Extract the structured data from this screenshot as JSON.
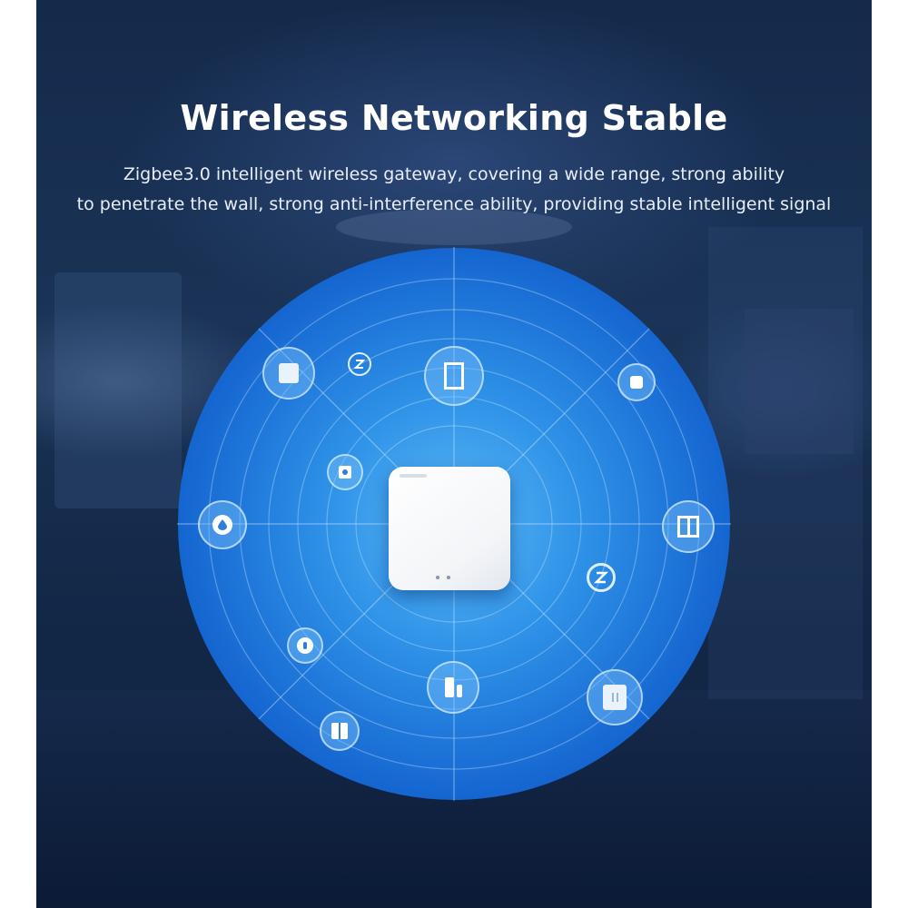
{
  "header": {
    "title": "Wireless Networking Stable",
    "subtitle_lines": [
      "Zigbee3.0 intelligent wireless gateway, covering a wide range, strong ability",
      "to penetrate the wall, strong anti-interference ability, providing stable intelligent signal"
    ]
  },
  "colors": {
    "background": "#142a4b",
    "coverage_circle": "#1978db",
    "hub": "#ffffff",
    "node_fill": "#7ec2f5"
  },
  "devices": [
    "square-panel-icon",
    "zigbee-logo-icon",
    "smart-switch-icon",
    "button-sensor-icon",
    "water-leak-sensor-icon",
    "curtain-switch-icon",
    "door-sensor-icon",
    "motion-sensor-icon",
    "zigbee-logo-icon",
    "temperature-sensor-icon",
    "double-switch-icon",
    "small-switch-icon"
  ]
}
